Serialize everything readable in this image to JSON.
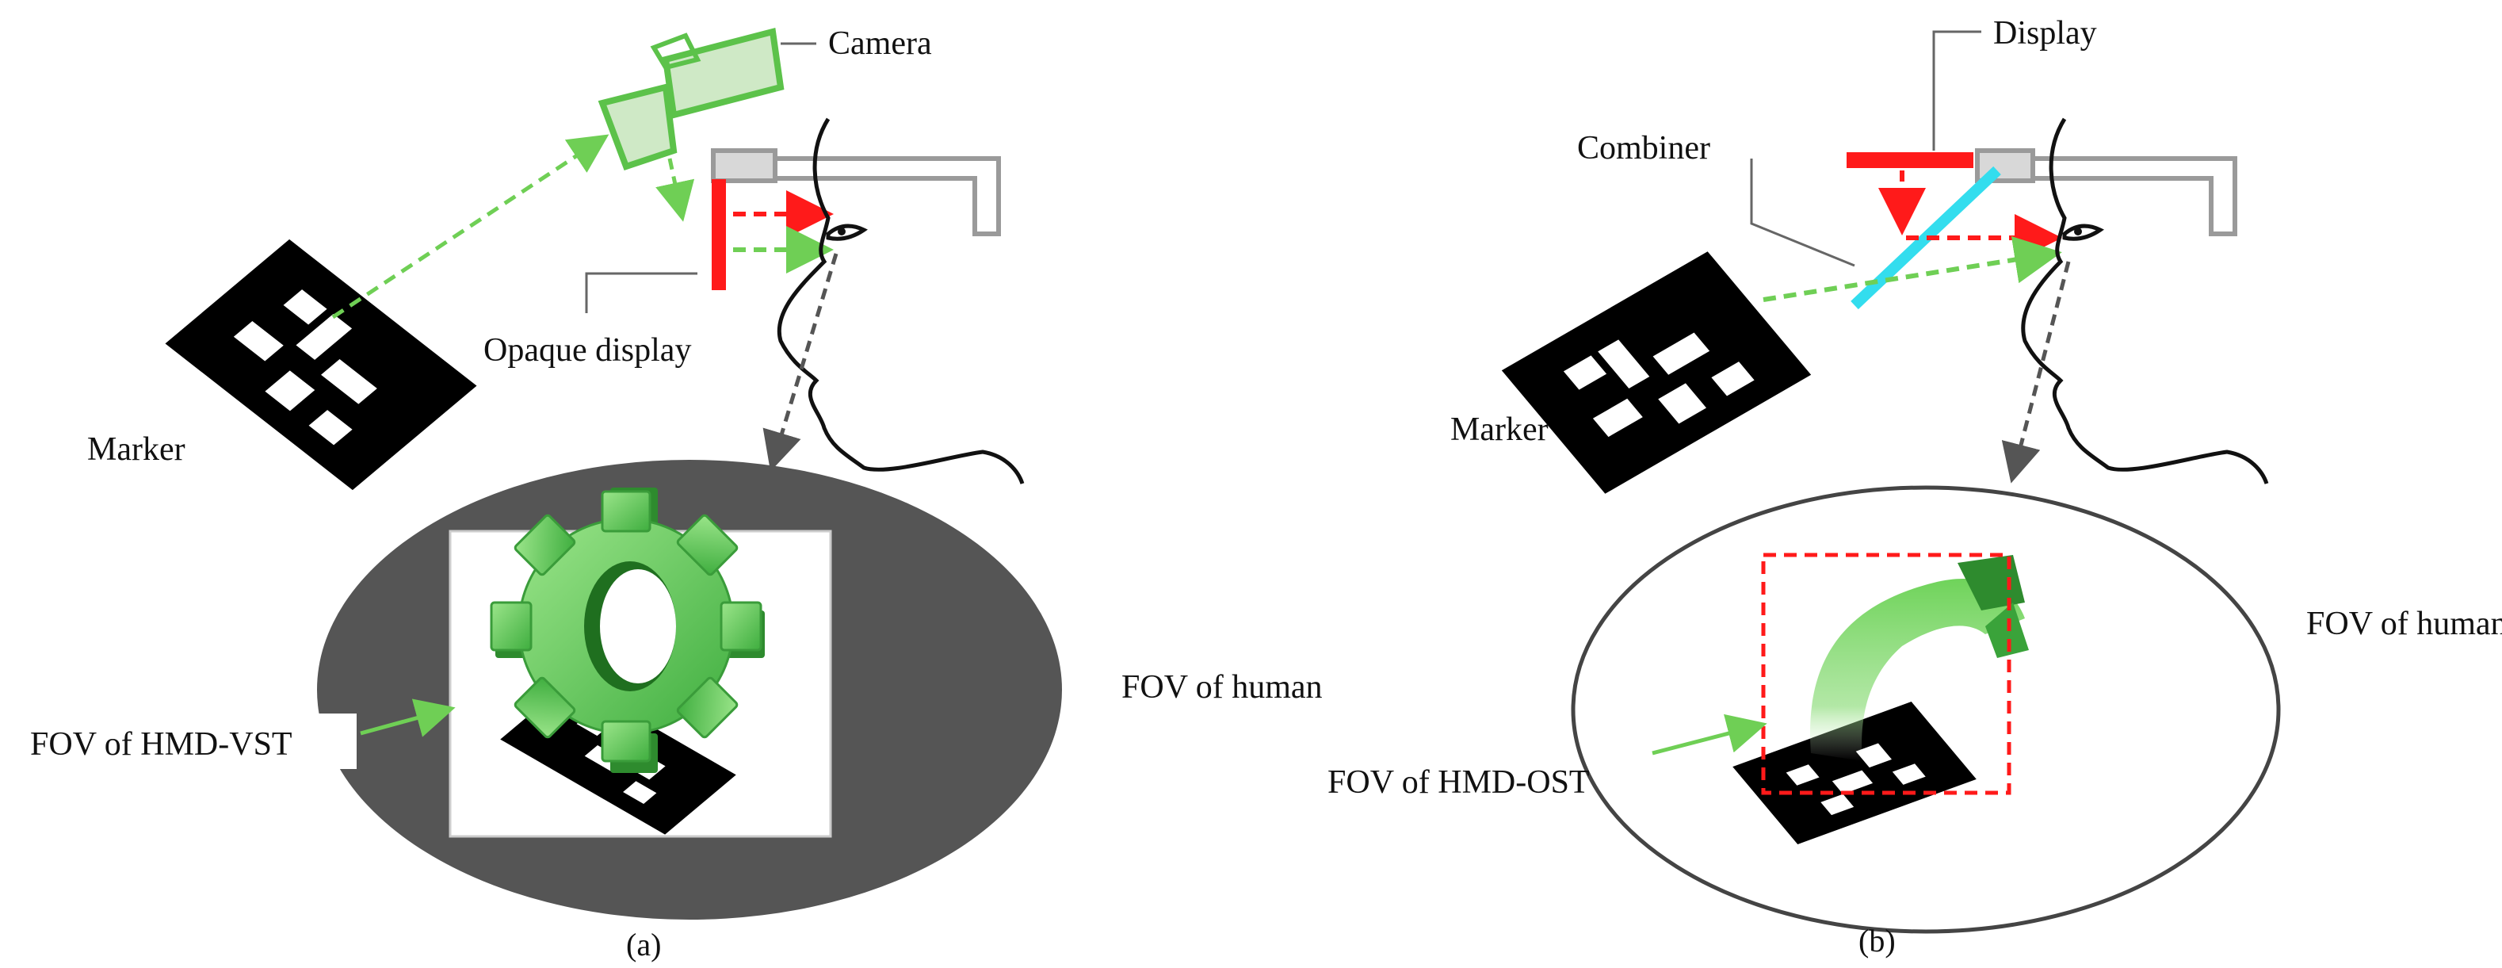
{
  "colors": {
    "camera": "#5cc24a",
    "green_arrow": "#6fcf55",
    "red": "#ff1a1a",
    "combiner": "#33ddee",
    "headset": "#9a9a9a",
    "fov_fill_a": "#555555",
    "gear_light": "#7fd86a",
    "gear_dark": "#2e8b2e"
  },
  "panel_a": {
    "caption": "(a)",
    "labels": {
      "camera": "Camera",
      "opaque_display": "Opaque display",
      "marker": "Marker",
      "fov_human": "FOV of human",
      "fov_hmd": "FOV of HMD-VST"
    }
  },
  "panel_b": {
    "caption": "(b)",
    "labels": {
      "display": "Display",
      "combiner": "Combiner",
      "marker": "Marker",
      "fov_human": "FOV of human",
      "fov_hmd": "FOV of HMD-OST"
    }
  },
  "icons": {
    "camera": "camera-icon",
    "marker": "fiducial-marker-icon",
    "gear": "gear-icon",
    "eye": "eye-icon",
    "face": "face-profile-icon",
    "headset": "hmd-frame-icon"
  }
}
